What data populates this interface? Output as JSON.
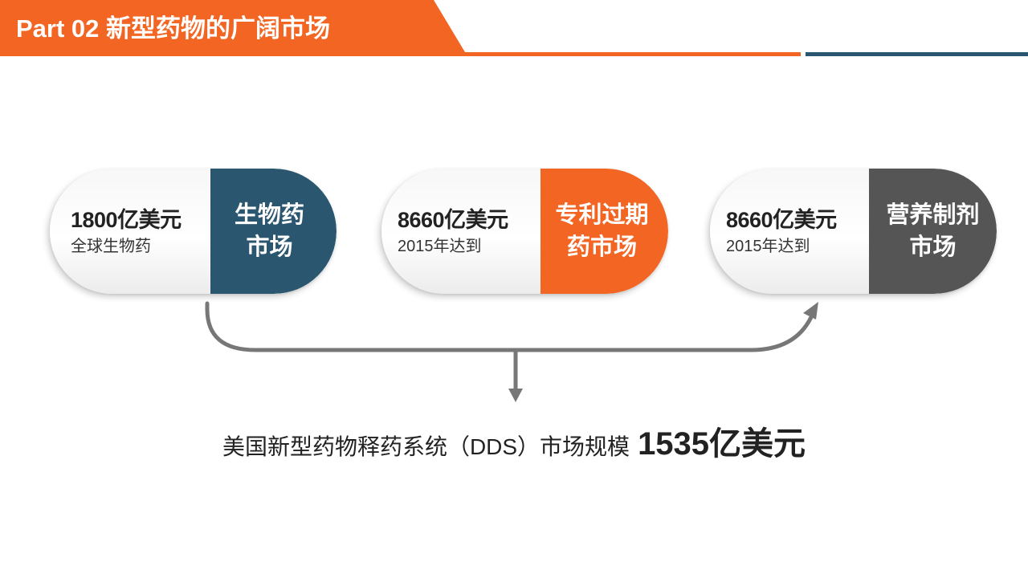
{
  "header": {
    "title": "Part 02 新型药物的广阔市场"
  },
  "pills": [
    {
      "value": "1800亿美元",
      "sub": "全球生物药",
      "cap_lines": [
        "生物药",
        "市场"
      ]
    },
    {
      "value": "8660亿美元",
      "sub": "2015年达到",
      "cap_lines": [
        "专利过期",
        "药市场"
      ]
    },
    {
      "value": "8660亿美元",
      "sub": "2015年达到",
      "cap_lines": [
        "营养制剂",
        "市场"
      ]
    }
  ],
  "summary": {
    "text": "美国新型药物释药系统（DDS）市场规模",
    "value": "1535亿美元"
  },
  "colors": {
    "accent_orange": "#f26522",
    "navy": "#2b5670",
    "gray": "#555555",
    "arrow_gray": "#777777"
  }
}
